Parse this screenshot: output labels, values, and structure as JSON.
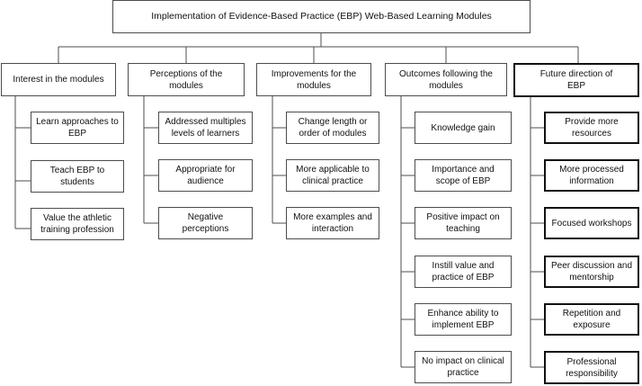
{
  "title": "Implementation of Evidence-Based Practice (EBP) Web-Based Learning Modules",
  "columns": [
    {
      "heading": "Interest in the modules",
      "items": [
        "Learn approaches to\nEBP",
        "Teach EBP to\nstudents",
        "Value the athletic\ntraining profession"
      ]
    },
    {
      "heading": "Perceptions of the\nmodules",
      "items": [
        "Addressed multiples\nlevels of learners",
        "Appropriate for\naudience",
        "Negative\nperceptions"
      ]
    },
    {
      "heading": "Improvements for the\nmodules",
      "items": [
        "Change length or\norder of modules",
        "More applicable to\nclinical practice",
        "More examples and\ninteraction"
      ]
    },
    {
      "heading": "Outcomes following the\nmodules",
      "items": [
        "Knowledge gain",
        "Importance and\nscope of EBP",
        "Positive impact on\nteaching",
        "Instill value and\npractice of EBP",
        "Enhance ability to\nimplement EBP",
        "No impact on clinical\npractice"
      ]
    },
    {
      "heading": "Future direction of\nEBP",
      "emphasized": true,
      "items": [
        "Provide more\nresources",
        "More processed\ninformation",
        "Focused workshops",
        "Peer discussion and\nmentorship",
        "Repetition and\nexposure",
        "Professional\nresponsibility"
      ]
    }
  ]
}
